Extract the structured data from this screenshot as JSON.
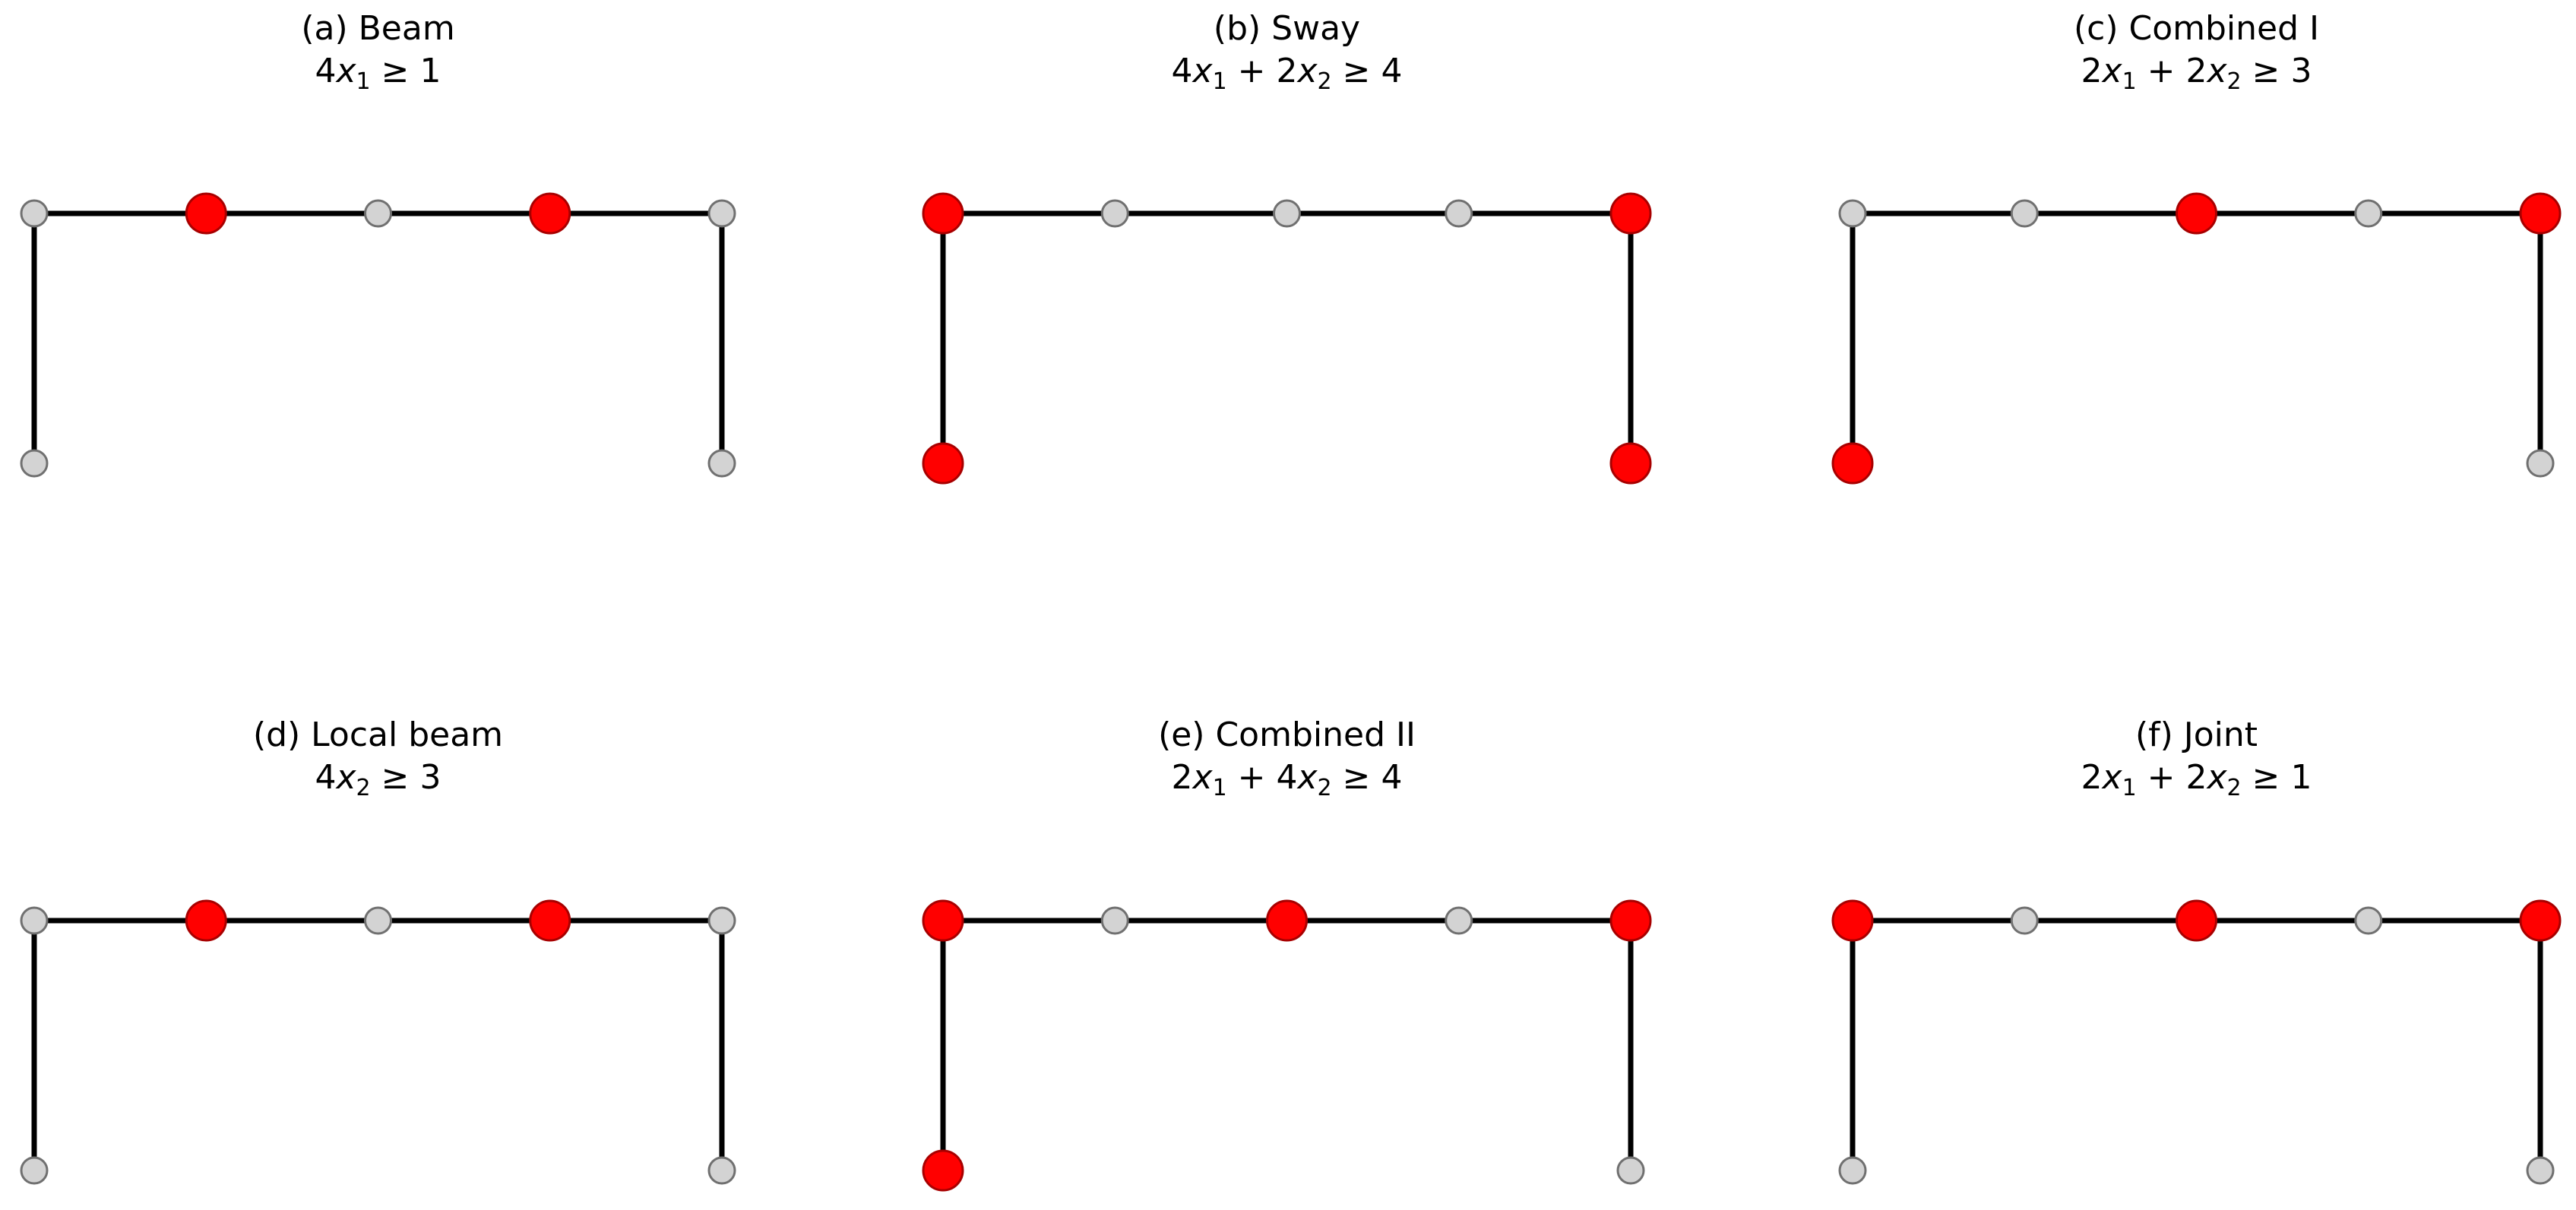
{
  "colors": {
    "active_hinge": "#ff0000",
    "active_hinge_edge": "#a80000",
    "inactive_hinge": "#d3d3d3",
    "inactive_hinge_edge": "#707070",
    "member": "#000000"
  },
  "panels": [
    {
      "id": "a",
      "title": "(a) Beam",
      "formula": [
        {
          "t": "4"
        },
        {
          "t": "x",
          "it": true
        },
        {
          "t": "1",
          "sub": true
        },
        {
          "t": " ≥ 1"
        }
      ],
      "active_hinges": [
        "beam-2",
        "beam-4"
      ]
    },
    {
      "id": "b",
      "title": "(b) Sway",
      "formula": [
        {
          "t": "4"
        },
        {
          "t": "x",
          "it": true
        },
        {
          "t": "1",
          "sub": true
        },
        {
          "t": " + 2"
        },
        {
          "t": "x",
          "it": true
        },
        {
          "t": "2",
          "sub": true
        },
        {
          "t": " ≥ 4"
        }
      ],
      "active_hinges": [
        "left-base",
        "right-base",
        "beam-1",
        "beam-5"
      ]
    },
    {
      "id": "c",
      "title": "(c) Combined I",
      "formula": [
        {
          "t": "2"
        },
        {
          "t": "x",
          "it": true
        },
        {
          "t": "1",
          "sub": true
        },
        {
          "t": " + 2"
        },
        {
          "t": "x",
          "it": true
        },
        {
          "t": "2",
          "sub": true
        },
        {
          "t": " ≥ 3"
        }
      ],
      "active_hinges": [
        "left-base",
        "beam-3",
        "beam-5"
      ]
    },
    {
      "id": "d",
      "title": "(d) Local beam",
      "formula": [
        {
          "t": "4"
        },
        {
          "t": "x",
          "it": true
        },
        {
          "t": "2",
          "sub": true
        },
        {
          "t": " ≥ 3"
        }
      ],
      "active_hinges": [
        "beam-2",
        "beam-4"
      ]
    },
    {
      "id": "e",
      "title": "(e) Combined II",
      "formula": [
        {
          "t": "2"
        },
        {
          "t": "x",
          "it": true
        },
        {
          "t": "1",
          "sub": true
        },
        {
          "t": " + 4"
        },
        {
          "t": "x",
          "it": true
        },
        {
          "t": "2",
          "sub": true
        },
        {
          "t": " ≥ 4"
        }
      ],
      "active_hinges": [
        "left-base",
        "beam-1",
        "beam-3",
        "beam-5"
      ]
    },
    {
      "id": "f",
      "title": "(f) Joint",
      "formula": [
        {
          "t": "2"
        },
        {
          "t": "x",
          "it": true
        },
        {
          "t": "1",
          "sub": true
        },
        {
          "t": " + 2"
        },
        {
          "t": "x",
          "it": true
        },
        {
          "t": "2",
          "sub": true
        },
        {
          "t": " ≥ 1"
        }
      ],
      "active_hinges": [
        "beam-1",
        "beam-3",
        "beam-5"
      ]
    }
  ]
}
